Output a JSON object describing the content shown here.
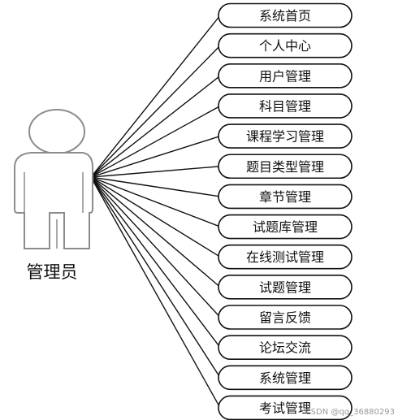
{
  "actor": {
    "label": "管理员"
  },
  "use_cases": [
    {
      "label": "系统首页"
    },
    {
      "label": "个人中心"
    },
    {
      "label": "用户管理"
    },
    {
      "label": "科目管理"
    },
    {
      "label": "课程学习管理"
    },
    {
      "label": "题目类型管理"
    },
    {
      "label": "章节管理"
    },
    {
      "label": "试题库管理"
    },
    {
      "label": "在线测试管理"
    },
    {
      "label": "试题管理"
    },
    {
      "label": "留言反馈"
    },
    {
      "label": "论坛交流"
    },
    {
      "label": "系统管理"
    },
    {
      "label": "考试管理"
    }
  ],
  "watermark": "CSDN @qq_36880293",
  "colors": {
    "stroke": "#111111",
    "actor_stroke": "#8c8c8c",
    "watermark": "#999999"
  }
}
